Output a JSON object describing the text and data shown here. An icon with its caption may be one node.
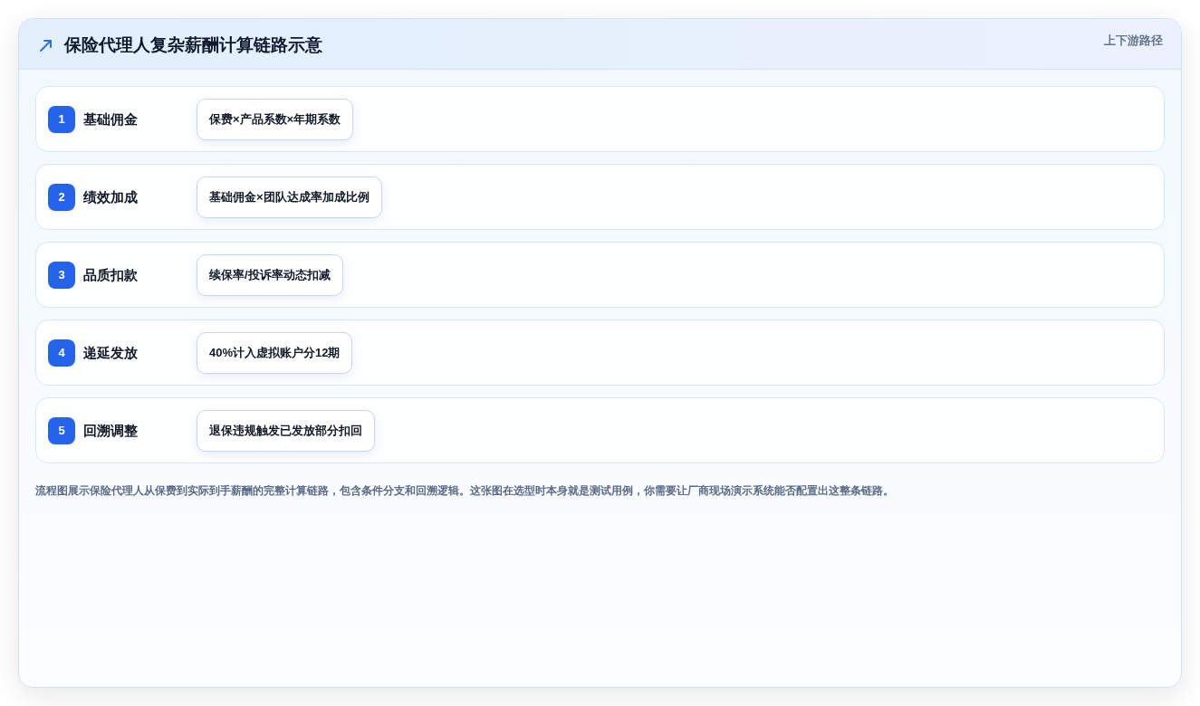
{
  "diagram": {
    "title": "保险代理人复杂薪酬计算链路示意",
    "nodes": [
      {
        "text": [
          "基础佣金"
        ]
      },
      {
        "text": [
          "1"
        ],
        "in": 0
      },
      {
        "text": [
          "保费×产品系数×年期系数"
        ],
        "in": 0
      },
      {
        "text": [
          "绩效加成"
        ]
      },
      {
        "text": [
          "2"
        ],
        "in": 3
      },
      {
        "text": [
          "基础佣金×团队达成率加成比例"
        ],
        "in": 3
      },
      {
        "text": [
          "品质扣款"
        ]
      },
      {
        "text": [
          "3"
        ],
        "in": 6
      },
      {
        "text": [
          "续保率/投诉率动态扣减"
        ],
        "in": 6
      },
      {
        "text": [
          "递延发放"
        ]
      },
      {
        "text": [
          "4"
        ],
        "in": 9
      },
      {
        "text": [
          "40%计入虚拟账户分12期"
        ],
        "in": 9
      },
      {
        "text": [
          "回溯调整"
        ]
      },
      {
        "text": [
          "5"
        ],
        "in": 12
      },
      {
        "text": [
          "退保违规触发已发放部分扣回"
        ],
        "in": 12
      }
    ],
    "labels": [
      "上下游路径"
    ],
    "caption": "流程图展示保险代理人从保费到实际到手薪酬的完整计算链路，包含条件分支和回溯逻辑。这张图在选型时本身就是测试用例，你需要让厂商现场演示系统能否配置出这整条链路。"
  }
}
